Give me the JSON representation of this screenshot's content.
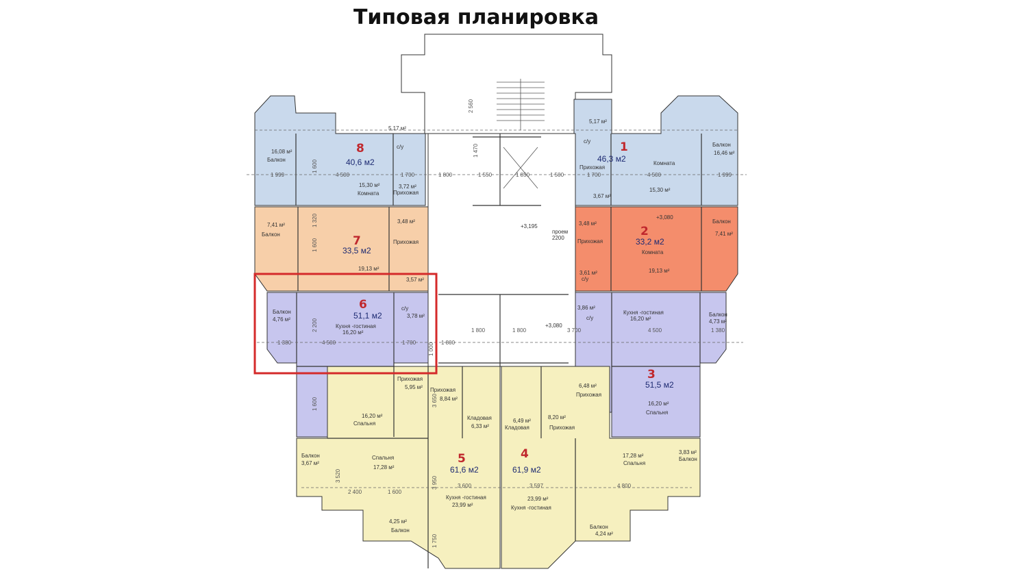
{
  "title": "Типовая планировка",
  "colors": {
    "blue": "#c9d9ec",
    "lavender": "#c7c6ee",
    "orange": "#f7cfa9",
    "red": "#f48d6c",
    "yellow": "#f6f0bf",
    "wall": "#333333",
    "highlight": "#d42a2a",
    "number": "#c0282d"
  },
  "apartments": [
    {
      "num": "1",
      "area": "46,3 м2"
    },
    {
      "num": "2",
      "area": "33,2 м2"
    },
    {
      "num": "3",
      "area": "51,5 м2"
    },
    {
      "num": "4",
      "area": "61,9 м2"
    },
    {
      "num": "5",
      "area": "61,6 м2"
    },
    {
      "num": "6",
      "area": "51,1 м2"
    },
    {
      "num": "7",
      "area": "33,5 м2"
    },
    {
      "num": "8",
      "area": "40,6 м2"
    }
  ],
  "highlighted_apartment": "6",
  "labels": [
    {
      "text": "Балкон"
    },
    {
      "text": "16,08 м²"
    },
    {
      "text": "5,17 м²"
    },
    {
      "text": "с/у"
    },
    {
      "text": "15,30 м²"
    },
    {
      "text": "Комната"
    },
    {
      "text": "3,72 м²"
    },
    {
      "text": "Прихожая"
    },
    {
      "text": "7,41 м²"
    },
    {
      "text": "Балкон"
    },
    {
      "text": "3,48 м²"
    },
    {
      "text": "Прихожая"
    },
    {
      "text": "19,13 м²"
    },
    {
      "text": "3,57 м²"
    },
    {
      "text": "Балкон"
    },
    {
      "text": "4,76 м²"
    },
    {
      "text": "Кухня -гостиная"
    },
    {
      "text": "16,20 м²"
    },
    {
      "text": "с/у"
    },
    {
      "text": "3,78 м²"
    },
    {
      "text": "Прихожая"
    },
    {
      "text": "5,95 м²"
    },
    {
      "text": "16,20 м²"
    },
    {
      "text": "Спальня"
    },
    {
      "text": "Балкон"
    },
    {
      "text": "3,67 м²"
    },
    {
      "text": "Спальня"
    },
    {
      "text": "17,28 м²"
    },
    {
      "text": "4,25 м²"
    },
    {
      "text": "Балкон"
    },
    {
      "text": "Прихожая"
    },
    {
      "text": "8,84 м²"
    },
    {
      "text": "Кладовая"
    },
    {
      "text": "6,33 м²"
    },
    {
      "text": "Кухня -гостиная"
    },
    {
      "text": "23,99 м²"
    },
    {
      "text": "6,49 м²"
    },
    {
      "text": "Кладовая"
    },
    {
      "text": "8,20 м²"
    },
    {
      "text": "Прихожая"
    },
    {
      "text": "23,99 м²"
    },
    {
      "text": "Кухня -гостиная"
    },
    {
      "text": "Балкон"
    },
    {
      "text": "4,24 м²"
    },
    {
      "text": "17,28 м²"
    },
    {
      "text": "Спальня"
    },
    {
      "text": "3,83 м²"
    },
    {
      "text": "Балкон"
    },
    {
      "text": "6,48 м²"
    },
    {
      "text": "Прихожая"
    },
    {
      "text": "16,20 м²"
    },
    {
      "text": "Спальня"
    },
    {
      "text": "3,86 м²"
    },
    {
      "text": "с/у"
    },
    {
      "text": "Кухня -гостиная"
    },
    {
      "text": "16,20 м²"
    },
    {
      "text": "Балкон"
    },
    {
      "text": "4,73 м²"
    },
    {
      "text": "3,48 м²"
    },
    {
      "text": "Прихожая"
    },
    {
      "text": "3,61 м²"
    },
    {
      "text": "с/у"
    },
    {
      "text": "Комната"
    },
    {
      "text": "19,13 м²"
    },
    {
      "text": "Балкон"
    },
    {
      "text": "7,41 м²"
    },
    {
      "text": "5,17 м²"
    },
    {
      "text": "с/у"
    },
    {
      "text": "Прихожая"
    },
    {
      "text": "Комната"
    },
    {
      "text": "3,67 м²"
    },
    {
      "text": "15,30 м²"
    },
    {
      "text": "Балкон"
    },
    {
      "text": "16,46 м²"
    },
    {
      "text": "проем"
    },
    {
      "text": "2200"
    },
    {
      "text": "+3,195"
    },
    {
      "text": "+3,080"
    },
    {
      "text": "+3,080"
    }
  ],
  "dimensions": [
    {
      "text": "1 999"
    },
    {
      "text": "4 500"
    },
    {
      "text": "1 700"
    },
    {
      "text": "1 800"
    },
    {
      "text": "1 550"
    },
    {
      "text": "1 850"
    },
    {
      "text": "1 500"
    },
    {
      "text": "1 700"
    },
    {
      "text": "4 500"
    },
    {
      "text": "1 999"
    },
    {
      "text": "1 380"
    },
    {
      "text": "4 500"
    },
    {
      "text": "1 700"
    },
    {
      "text": "1 800"
    },
    {
      "text": "1 800"
    },
    {
      "text": "1 800"
    },
    {
      "text": "3 700"
    },
    {
      "text": "4 500"
    },
    {
      "text": "1 380"
    },
    {
      "text": "2 400"
    },
    {
      "text": "1 600"
    },
    {
      "text": "3 600"
    },
    {
      "text": "3 597"
    },
    {
      "text": "4 800"
    },
    {
      "text": "2 560"
    },
    {
      "text": "1 470"
    },
    {
      "text": "1 000"
    },
    {
      "text": "3 650"
    },
    {
      "text": "3 520"
    },
    {
      "text": "3 950"
    },
    {
      "text": "1 750"
    },
    {
      "text": "1 600"
    },
    {
      "text": "1 320"
    },
    {
      "text": "1 600"
    },
    {
      "text": "2 200"
    },
    {
      "text": "1 600"
    }
  ]
}
